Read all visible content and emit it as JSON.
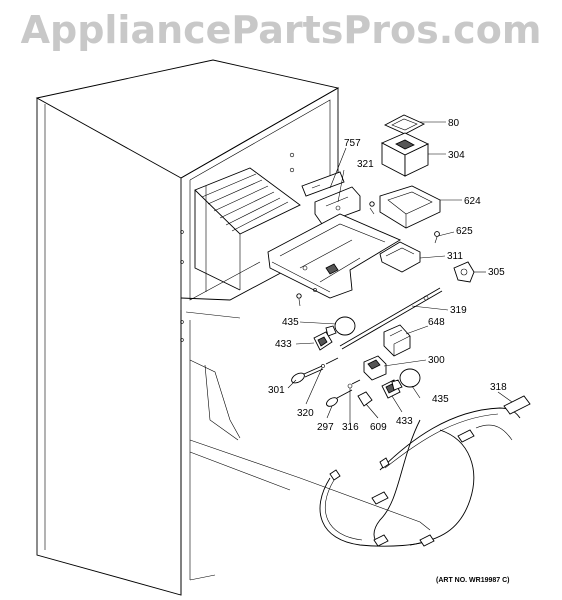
{
  "watermark": "AppliancePartsPros.com",
  "art_number": "(ART NO. WR19987 C)",
  "callouts": {
    "c80": "80",
    "c304": "304",
    "c757": "757",
    "c321": "321",
    "c624": "624",
    "c625": "625",
    "c311": "311",
    "c305": "305",
    "c319": "319",
    "c435a": "435",
    "c648": "648",
    "c433a": "433",
    "c300": "300",
    "c301": "301",
    "c435b": "435",
    "c318": "318",
    "c320": "320",
    "c297": "297",
    "c316": "316",
    "c609": "609",
    "c433b": "433"
  }
}
